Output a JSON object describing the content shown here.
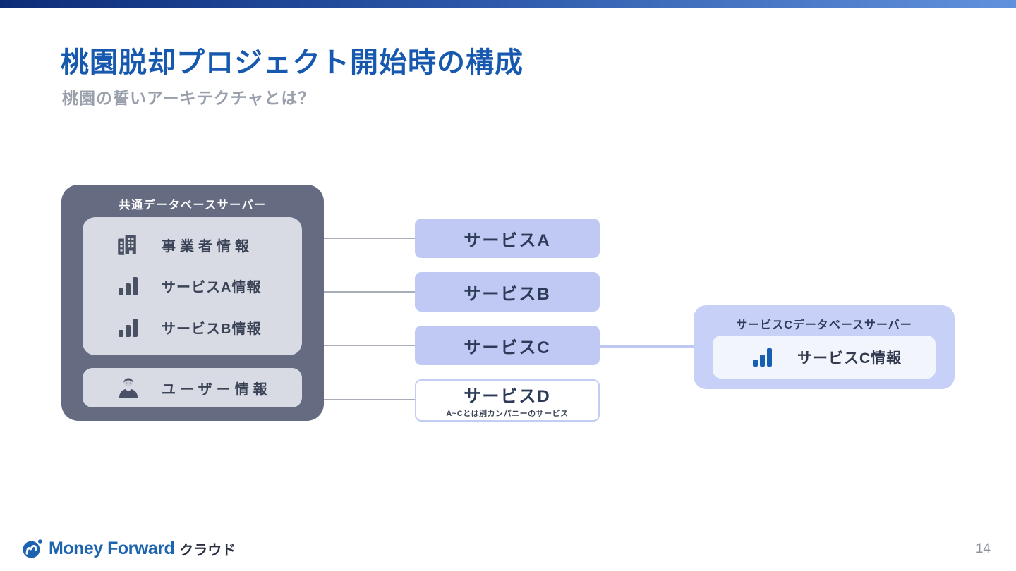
{
  "slide": {
    "title": "桃園脱却プロジェクト開始時の構成",
    "subtitle": "桃園の誓いアーキテクチャとは？",
    "page_number": "14"
  },
  "colors": {
    "topbar_gradient_start": "#0d2c78",
    "topbar_gradient_end": "#6191dd",
    "title_blue": "#1659ae",
    "subtitle_gray": "#99a0ac",
    "dark_box": "#656c81",
    "inner_gray_box": "#d9dbe4",
    "service_box_fill": "#bfc9f4",
    "service_text": "#2d3b58",
    "right_db_box_fill": "#c7d0f7",
    "right_db_inner_fill": "#f3f5fc",
    "icon_slate": "#4a5164",
    "icon_blue": "#1660b2",
    "connector_gray": "#a9adb8",
    "logo_blue": "#1d64b0"
  },
  "diagram": {
    "shared_db": {
      "title": "共通データベースサーバー",
      "items": [
        {
          "icon": "building-icon",
          "label": "事業者情報"
        },
        {
          "icon": "bar-chart-icon",
          "label": "サービスA情報"
        },
        {
          "icon": "bar-chart-icon",
          "label": "サービスB情報"
        }
      ],
      "user_item": {
        "icon": "user-icon",
        "label": "ユーザー情報"
      }
    },
    "services": [
      {
        "label": "サービスA"
      },
      {
        "label": "サービスB"
      },
      {
        "label": "サービスC"
      },
      {
        "label": "サービスD",
        "note": "A~Cとは別カンパニーのサービス"
      }
    ],
    "service_c_db": {
      "title": "サービスCデータベースサーバー",
      "item": {
        "icon": "bar-chart-icon",
        "label": "サービスC情報"
      }
    }
  },
  "footer": {
    "logo_icon": "money-forward-logo-icon",
    "logo_text": "Money Forward",
    "logo_suffix": "クラウド"
  }
}
